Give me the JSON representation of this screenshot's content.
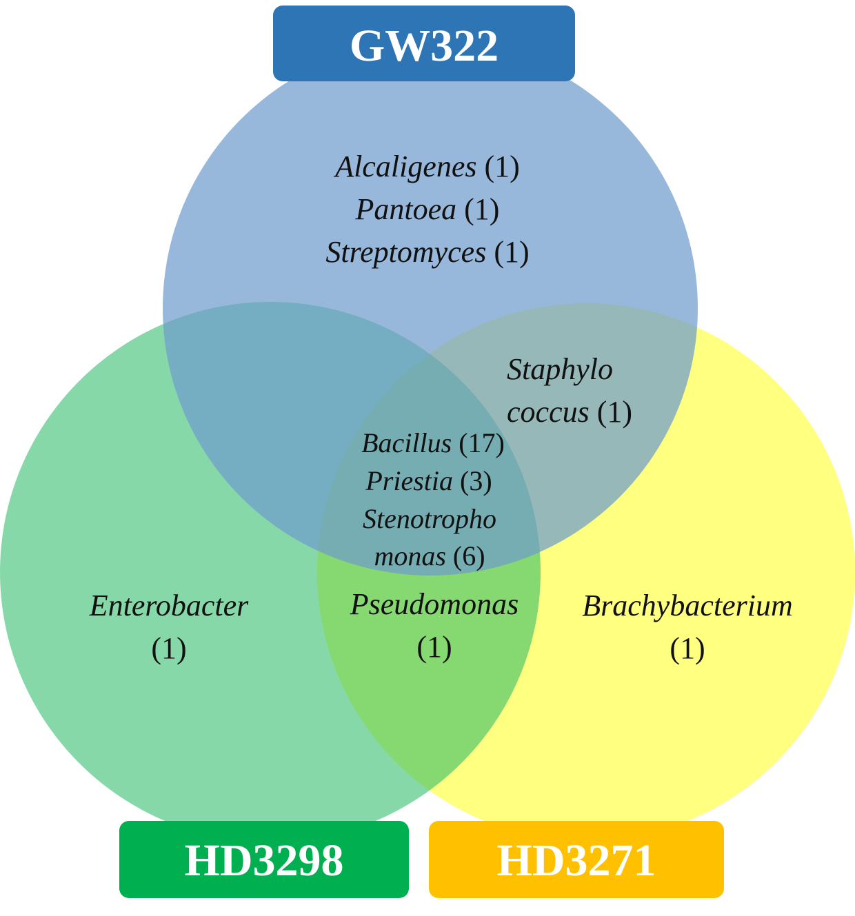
{
  "sets": [
    {
      "id": "top",
      "label": "GW322",
      "circle_color": "#6F9DCD",
      "label_color": "#2E75B6"
    },
    {
      "id": "left",
      "label": "HD3298",
      "circle_color": "#22B862",
      "label_color": "#00B050"
    },
    {
      "id": "right",
      "label": "HD3271",
      "circle_color": "#FFFF55",
      "label_color": "#FFC000"
    }
  ],
  "regions": {
    "top_only": [
      {
        "genus": "Alcaligenes",
        "count": "(1)"
      },
      {
        "genus": "Pantoea",
        "count": "(1)"
      },
      {
        "genus": "Streptomyces",
        "count": "(1)"
      }
    ],
    "top_right": {
      "genus_part1": "Staphylo",
      "genus_part2": "coccus",
      "count": "(1)"
    },
    "all_three": {
      "line1_genus": "Bacillus",
      "line1_count": "(17)",
      "line2_genus": "Priestia",
      "line2_count": "(3)",
      "line3_genus": "Stenotropho",
      "line4_genus": "monas",
      "line4_count": "(6)"
    },
    "left_only": {
      "genus": "Enterobacter",
      "count": "(1)"
    },
    "left_right": {
      "genus": "Pseudomonas",
      "count": "(1)"
    },
    "right_only": {
      "genus": "Brachybacterium",
      "count": "(1)"
    }
  }
}
